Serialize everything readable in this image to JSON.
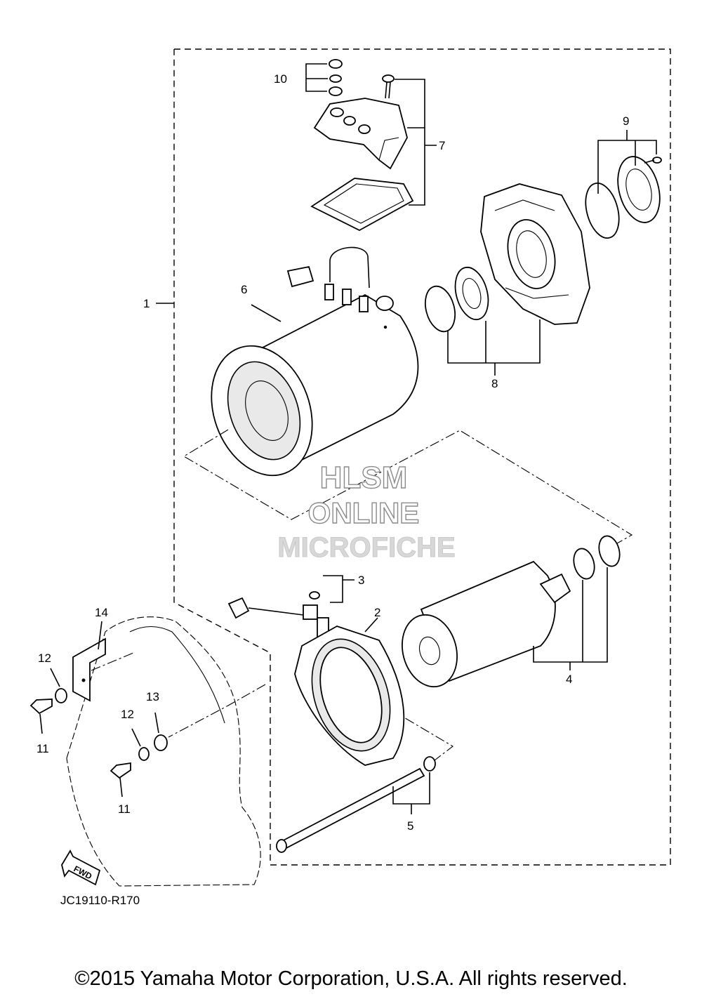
{
  "diagram": {
    "part_code": "JC19110-R170",
    "watermark": {
      "line1": "HLSM",
      "line2": "ONLINE",
      "line3": "MICROFICHE"
    },
    "fwd_label": "FWD",
    "callouts": [
      "1",
      "2",
      "3",
      "4",
      "5",
      "6",
      "7",
      "8",
      "9",
      "10",
      "11",
      "12",
      "13",
      "14",
      "12",
      "11"
    ]
  },
  "footer": {
    "copyright": "©2015 Yamaha Motor Corporation, U.S.A. All rights reserved."
  }
}
